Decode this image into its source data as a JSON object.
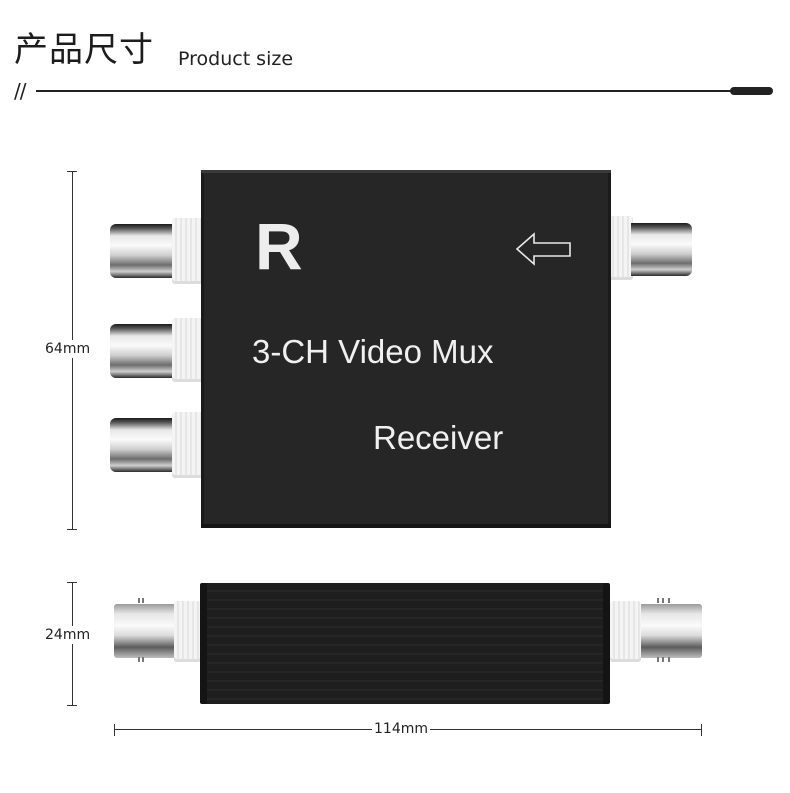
{
  "header": {
    "title_cn": "产品尺寸",
    "title_en": "Product size",
    "divider_prefix": "//"
  },
  "top_view": {
    "logo_letter": "R",
    "label_line1": "3-CH Video Mux",
    "label_line2": "Receiver",
    "arrow_icon": "arrow-left-outline-icon",
    "left_connectors": 3,
    "right_connectors": 1,
    "body_color": "#262626"
  },
  "side_view": {
    "left_connectors": 1,
    "right_connectors": 1,
    "body_color": "#1e1e1e"
  },
  "dimensions": {
    "height": "64mm",
    "thickness": "24mm",
    "length": "114mm"
  }
}
